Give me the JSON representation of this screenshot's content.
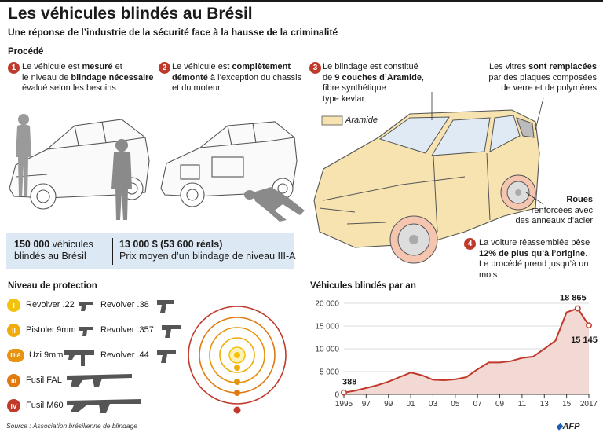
{
  "header": {
    "title": "Les véhicules blindés au Brésil",
    "subtitle": "Une réponse de l’industrie de la sécurité face à la hausse de la criminalité"
  },
  "process": {
    "section_title": "Procédé",
    "steps": [
      {
        "num": "1",
        "html": "Le véhicule est <b>mesuré</b> et<br>le niveau de <b>blindage nécessaire</b><br>évalué selon les besoins"
      },
      {
        "num": "2",
        "html": "Le véhicule est <b>complètement<br>démonté</b> à l’exception du chassis<br>et du moteur"
      },
      {
        "num": "3",
        "html": "Le blindage est constitué<br>de <b>9 couches d’Aramide</b>,<br>fibre synthétique<br>type kevlar"
      },
      {
        "num": "4",
        "html": "La voiture réassemblée pèse<br><b>12% de plus qu’à l’origine</b>.<br>Le procédé prend jusqu’à un mois"
      }
    ],
    "windows_note_html": "Les vitres <b>sont remplacées</b><br>par des plaques composées<br>de verre et de polymères",
    "wheels_note_html": "<b>Roues</b><br>renforcées avec<br>des anneaux d’acier",
    "legend_label": "Aramide"
  },
  "stats": {
    "vehicles_html": "<b>150 000</b> véhicules<br>blindés au Brésil",
    "price_html": "<b>13 000 $ (53 600 réals)</b><br>Prix moyen d’un blindage de niveau III-A"
  },
  "protection": {
    "section_title": "Niveau de protection",
    "levels": [
      {
        "badge": "I",
        "color": "#f4c20d",
        "weapons": [
          "Revolver .22",
          "Revolver .38"
        ]
      },
      {
        "badge": "II",
        "color": "#f0ac0a",
        "weapons": [
          "Pistolet 9mm",
          "Revolver .357"
        ]
      },
      {
        "badge": "III-A",
        "color": "#e8930c",
        "weapons": [
          "Uzi 9mm",
          "Revolver .44"
        ]
      },
      {
        "badge": "III",
        "color": "#e07a10",
        "weapons": [
          "Fusil FAL"
        ]
      },
      {
        "badge": "IV",
        "color": "#c0392b",
        "weapons": [
          "Fusil M60"
        ]
      }
    ]
  },
  "colors": {
    "accent_red": "#c0392b",
    "aramide": "#f7e3b0",
    "stats_box": "#dce8f4"
  },
  "footer": {
    "source": "Source : Association brésilienne de blindage",
    "logo": "AFP"
  },
  "chart_data": {
    "type": "line",
    "title": "Véhicules blindés par an",
    "xlabel": "",
    "ylabel": "",
    "x": [
      1995,
      1996,
      1997,
      1998,
      1999,
      2000,
      2001,
      2002,
      2003,
      2004,
      2005,
      2006,
      2007,
      2008,
      2009,
      2010,
      2011,
      2012,
      2013,
      2014,
      2015,
      2016,
      2017
    ],
    "series": [
      {
        "values": [
          388,
          800,
          1400,
          2000,
          2800,
          3800,
          4800,
          4200,
          3200,
          3100,
          3300,
          3800,
          5500,
          7000,
          7000,
          7300,
          8000,
          8300,
          10000,
          11800,
          18000,
          18865,
          15145
        ]
      }
    ],
    "xticks": [
      "1995",
      "97",
      "99",
      "01",
      "03",
      "05",
      "07",
      "09",
      "11",
      "13",
      "15",
      "2017"
    ],
    "yticks": [
      "0",
      "5 000",
      "10 000",
      "15 000",
      "20 000"
    ],
    "ylim": [
      0,
      20000
    ],
    "xlim": [
      1995,
      2017
    ],
    "grid": true,
    "annotations": [
      {
        "x": 1995,
        "label": "388"
      },
      {
        "x": 2016,
        "label": "18 865"
      },
      {
        "x": 2017,
        "label": "15 145"
      }
    ]
  }
}
